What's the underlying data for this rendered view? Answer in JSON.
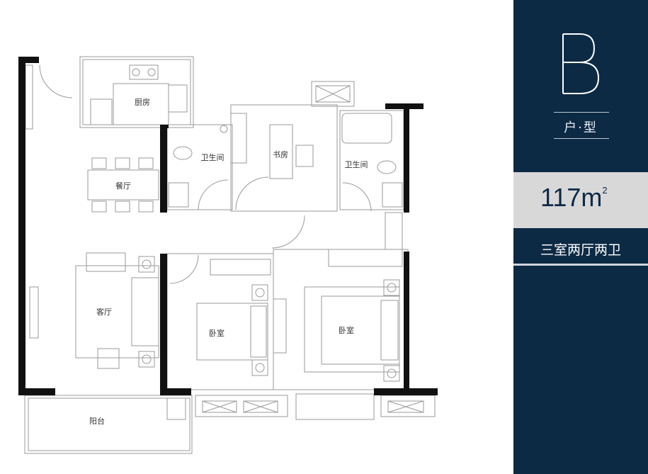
{
  "plan": {
    "rooms": {
      "kitchen": "厨房",
      "dining": "餐厅",
      "living": "客厅",
      "bath_left": "卫生间",
      "study": "书房",
      "bath_right": "卫生间",
      "bedroom_left": "卧室",
      "bedroom_right": "卧室",
      "balcony": "阳台"
    }
  },
  "panel": {
    "letter": "B",
    "type_label": "户·型",
    "area_value": "117m",
    "area_unit_sup": "2",
    "layout": "三室两厅两卫"
  },
  "colors": {
    "panel_bg": "#0d2a45",
    "area_band": "#d8d8d8",
    "wall": "#111111",
    "line": "#888888"
  }
}
